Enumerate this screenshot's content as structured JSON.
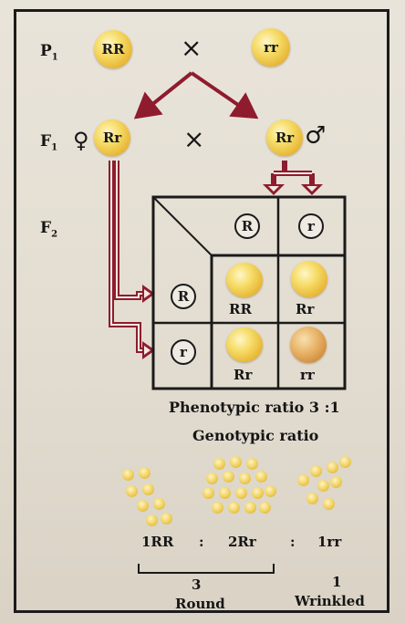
{
  "labels": {
    "p1": "P",
    "p1_sub": "1",
    "f1": "F",
    "f1_sub": "1",
    "f2": "F",
    "f2_sub": "2",
    "female_symbol": "♀",
    "male_symbol": "♂",
    "cross": "×"
  },
  "parents": {
    "p1_left": "RR",
    "p1_right": "rr",
    "f1_left": "Rr",
    "f1_right": "Rr"
  },
  "punnett": {
    "gametes_top": [
      "R",
      "r"
    ],
    "gametes_side": [
      "R",
      "r"
    ],
    "cells": [
      "RR",
      "Rr",
      "Rr",
      "rr"
    ]
  },
  "ratios": {
    "phenotypic": "Phenotypic ratio 3 :1",
    "genotypic": "Genotypic ratio",
    "g1": "1RR",
    "sep1": ":",
    "g2": "2Rr",
    "sep2": ":",
    "g3": "1rr",
    "round_count": "3",
    "round_label": "Round",
    "wrinkled_count": "1",
    "wrinkled_label": "Wrinkled"
  },
  "colors": {
    "arrow": "#8e1c2e",
    "seed": "#e7b533"
  }
}
